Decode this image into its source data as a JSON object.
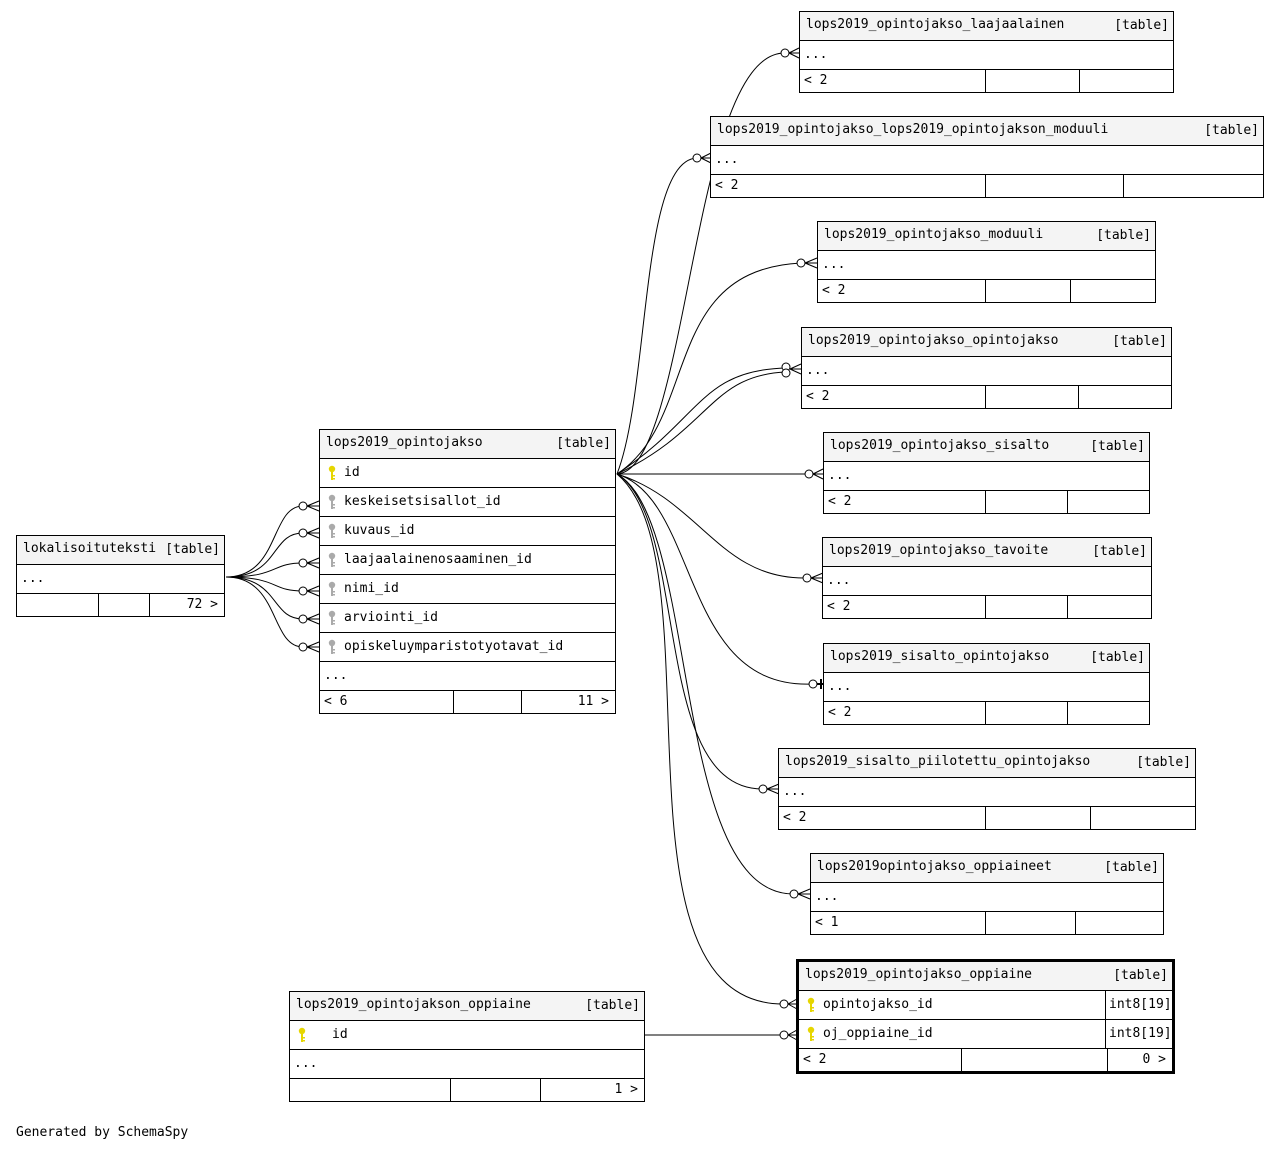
{
  "tables": {
    "laajaalainen": {
      "name": "lops2019_opintojakso_laajaalainen",
      "kind": "[table]",
      "ellipsis": "...",
      "parents": "< 2",
      "children": ""
    },
    "lops_moduuli": {
      "name": "lops2019_opintojakso_lops2019_opintojakson_moduuli",
      "kind": "[table]",
      "ellipsis": "...",
      "parents": "< 2",
      "children": ""
    },
    "moduuli": {
      "name": "lops2019_opintojakso_moduuli",
      "kind": "[table]",
      "ellipsis": "...",
      "parents": "< 2",
      "children": ""
    },
    "oj_oj": {
      "name": "lops2019_opintojakso_opintojakso",
      "kind": "[table]",
      "ellipsis": "...",
      "parents": "< 2",
      "children": ""
    },
    "sisalto": {
      "name": "lops2019_opintojakso_sisalto",
      "kind": "[table]",
      "ellipsis": "...",
      "parents": "< 2",
      "children": ""
    },
    "tavoite": {
      "name": "lops2019_opintojakso_tavoite",
      "kind": "[table]",
      "ellipsis": "...",
      "parents": "< 2",
      "children": ""
    },
    "sisalto_oj": {
      "name": "lops2019_sisalto_opintojakso",
      "kind": "[table]",
      "ellipsis": "...",
      "parents": "< 2",
      "children": ""
    },
    "piilotettu": {
      "name": "lops2019_sisalto_piilotettu_opintojakso",
      "kind": "[table]",
      "ellipsis": "...",
      "parents": "< 2",
      "children": ""
    },
    "oppiaineet": {
      "name": "lops2019opintojakso_oppiaineet",
      "kind": "[table]",
      "ellipsis": "...",
      "parents": "< 1",
      "children": ""
    },
    "oj_oppiaine": {
      "name": "lops2019_opintojakso_oppiaine",
      "kind": "[table]",
      "columns": [
        {
          "name": "opintojakso_id",
          "type": "int8[19]"
        },
        {
          "name": "oj_oppiaine_id",
          "type": "int8[19]"
        }
      ],
      "parents": "< 2",
      "children": "0 >"
    },
    "main": {
      "name": "lops2019_opintojakso",
      "kind": "[table]",
      "columns": [
        "id",
        "keskeisetsisallot_id",
        "kuvaus_id",
        "laajaalainenosaaminen_id",
        "nimi_id",
        "arviointi_id",
        "opiskeluymparistotyotavat_id"
      ],
      "ellipsis": "...",
      "parents": "< 6",
      "children": "11 >"
    },
    "lokal": {
      "name": "lokalisoituteksti",
      "kind": "[table]",
      "ellipsis": "...",
      "parents": "",
      "children": "72 >"
    },
    "ojo": {
      "name": "lops2019_opintojakson_oppiaine",
      "kind": "[table]",
      "columns": [
        "id"
      ],
      "ellipsis": "...",
      "parents": "",
      "children": "1 >"
    }
  },
  "colors": {
    "primary_key": "#e6d600",
    "foreign_key": "#aaaaaa",
    "header_bg": "#f4f4f4"
  },
  "footer": "Generated by SchemaSpy"
}
